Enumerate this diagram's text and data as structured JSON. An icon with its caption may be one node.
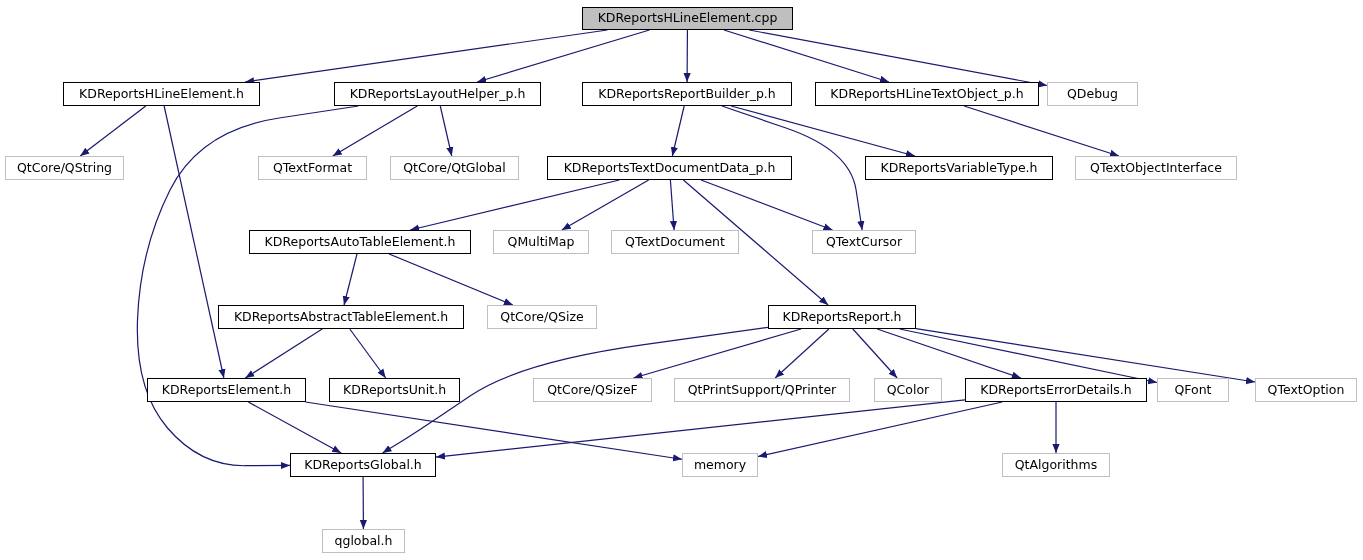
{
  "diagram": {
    "nodes": [
      {
        "text": [
          "KDReportsHLineElement.cpp"
        ]
      },
      {
        "text": [
          "KDReportsHLineElement.h"
        ]
      },
      {
        "text": [
          "KDReportsLayoutHelper_p.h"
        ]
      },
      {
        "text": [
          "KDReportsReportBuilder_p.h"
        ]
      },
      {
        "text": [
          "KDReportsHLineTextObject_p.h"
        ]
      },
      {
        "text": [
          "QDebug"
        ]
      },
      {
        "text": [
          "QtCore/QString"
        ]
      },
      {
        "text": [
          "QTextFormat"
        ]
      },
      {
        "text": [
          "QtCore/QtGlobal"
        ]
      },
      {
        "text": [
          "KDReportsTextDocumentData_p.h"
        ]
      },
      {
        "text": [
          "KDReportsVariableType.h"
        ]
      },
      {
        "text": [
          "QTextObjectInterface"
        ]
      },
      {
        "text": [
          "KDReportsAutoTableElement.h"
        ]
      },
      {
        "text": [
          "QMultiMap"
        ]
      },
      {
        "text": [
          "QTextDocument"
        ]
      },
      {
        "text": [
          "QTextCursor"
        ]
      },
      {
        "text": [
          "KDReportsAbstractTableElement.h"
        ]
      },
      {
        "text": [
          "QtCore/QSize"
        ]
      },
      {
        "text": [
          "KDReportsReport.h"
        ]
      },
      {
        "text": [
          "KDReportsElement.h"
        ]
      },
      {
        "text": [
          "KDReportsUnit.h"
        ]
      },
      {
        "text": [
          "QtCore/QSizeF"
        ]
      },
      {
        "text": [
          "QtPrintSupport/QPrinter"
        ]
      },
      {
        "text": [
          "QColor"
        ]
      },
      {
        "text": [
          "KDReportsErrorDetails.h"
        ]
      },
      {
        "text": [
          "QFont"
        ]
      },
      {
        "text": [
          "QTextOption"
        ]
      },
      {
        "text": [
          "KDReportsGlobal.h"
        ]
      },
      {
        "text": [
          "memory"
        ]
      },
      {
        "text": [
          "QtAlgorithms"
        ]
      },
      {
        "text": [
          "qglobal.h"
        ]
      }
    ],
    "edges": [
      {
        "from": 0,
        "to": 1,
        "arrow": "to"
      },
      {
        "from": 0,
        "to": 2,
        "arrow": "to"
      },
      {
        "from": 0,
        "to": 3,
        "arrow": "to"
      },
      {
        "from": 0,
        "to": 4,
        "arrow": "to"
      },
      {
        "from": 0,
        "to": 5,
        "arrow": "to"
      },
      {
        "from": 1,
        "to": 6,
        "arrow": "to"
      },
      {
        "from": 1,
        "to": 19,
        "arrow": "to"
      },
      {
        "from": 2,
        "to": 27,
        "arrow": "to"
      },
      {
        "from": 2,
        "to": 7,
        "arrow": "to"
      },
      {
        "from": 2,
        "to": 8,
        "arrow": "to"
      },
      {
        "from": 3,
        "to": 9,
        "arrow": "to"
      },
      {
        "from": 3,
        "to": 15,
        "arrow": "to"
      },
      {
        "from": 3,
        "to": 10,
        "arrow": "to"
      },
      {
        "from": 4,
        "to": 11,
        "arrow": "to"
      },
      {
        "from": 9,
        "to": 12,
        "arrow": "to"
      },
      {
        "from": 9,
        "to": 13,
        "arrow": "to"
      },
      {
        "from": 9,
        "to": 14,
        "arrow": "to"
      },
      {
        "from": 9,
        "to": 15,
        "arrow": "to"
      },
      {
        "from": 9,
        "to": 18,
        "arrow": "to"
      },
      {
        "from": 12,
        "to": 16,
        "arrow": "to"
      },
      {
        "from": 12,
        "to": 17,
        "arrow": "to"
      },
      {
        "from": 16,
        "to": 19,
        "arrow": "to"
      },
      {
        "from": 16,
        "to": 20,
        "arrow": "to"
      },
      {
        "from": 18,
        "to": 27,
        "arrow": "to"
      },
      {
        "from": 18,
        "to": 21,
        "arrow": "to"
      },
      {
        "from": 18,
        "to": 22,
        "arrow": "to"
      },
      {
        "from": 18,
        "to": 23,
        "arrow": "to"
      },
      {
        "from": 18,
        "to": 24,
        "arrow": "to"
      },
      {
        "from": 18,
        "to": 25,
        "arrow": "to"
      },
      {
        "from": 18,
        "to": 26,
        "arrow": "to"
      },
      {
        "from": 19,
        "to": 27,
        "arrow": "to"
      },
      {
        "from": 19,
        "to": 28,
        "arrow": "to"
      },
      {
        "from": 24,
        "to": 27,
        "arrow": "to"
      },
      {
        "from": 24,
        "to": 28,
        "arrow": "to"
      },
      {
        "from": 24,
        "to": 29,
        "arrow": "to"
      },
      {
        "from": 27,
        "to": 30,
        "arrow": "to"
      }
    ]
  }
}
